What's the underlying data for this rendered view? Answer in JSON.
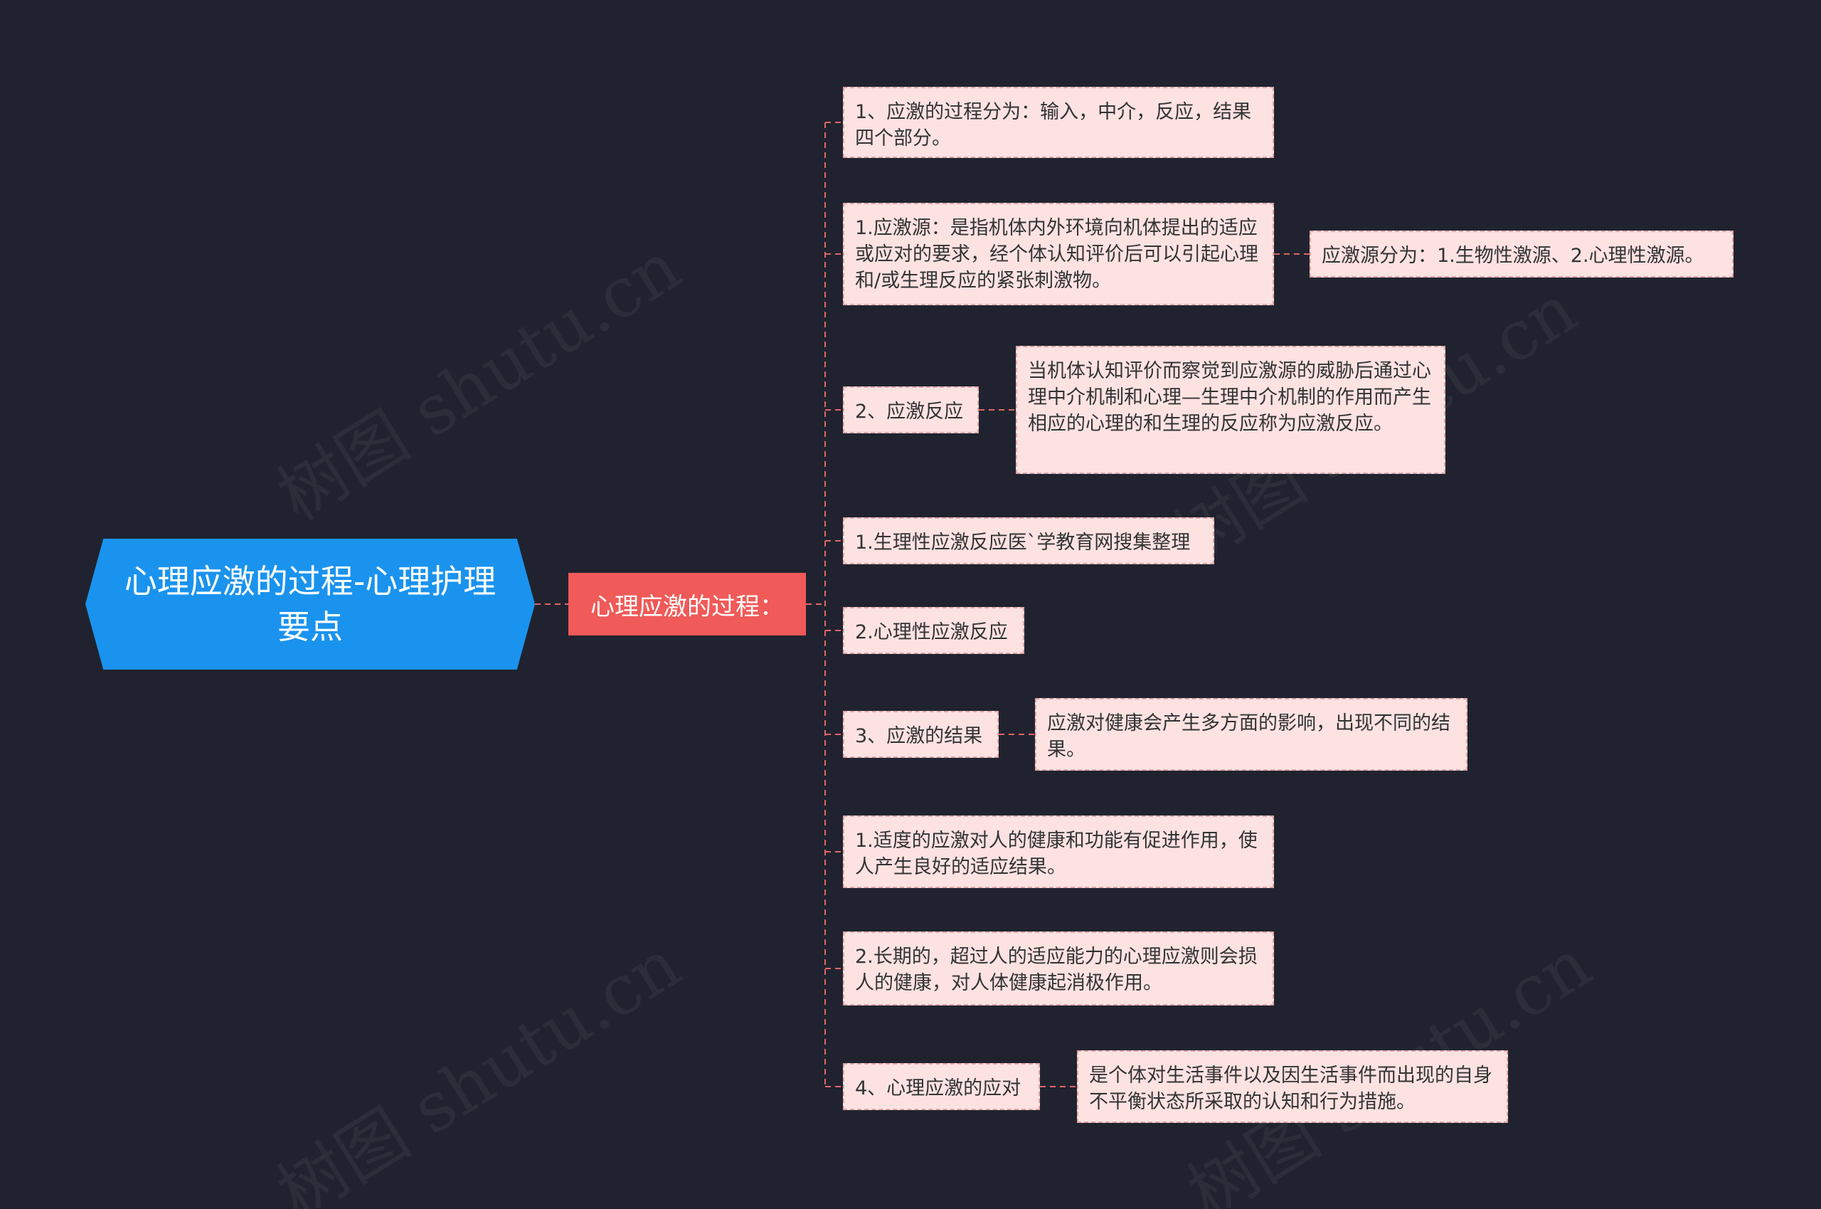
{
  "colors": {
    "background": "#20232f",
    "root": "#1a93ee",
    "hub": "#f05a58",
    "node_fill": "#fde2e2",
    "node_border": "#e2a6a6",
    "connector": "#e06666"
  },
  "watermark": "树图 shutu.cn",
  "root": {
    "text": "心理应激的过程-心理护理要点"
  },
  "hub": {
    "text": "心理应激的过程："
  },
  "branches": [
    {
      "text": "1、应激的过程分为：输入，中介，反应，结果四个部分。"
    },
    {
      "text": "1.应激源：是指机体内外环境向机体提出的适应或应对的要求，经个体认知评价后可以引起心理和/或生理反应的紧张刺激物。",
      "detail": "应激源分为：1.生物性激源、2.心理性激源。"
    },
    {
      "text": "2、应激反应",
      "detail": "当机体认知评价而察觉到应激源的威胁后通过心理中介机制和心理—生理中介机制的作用而产生相应的心理的和生理的反应称为应激反应。"
    },
    {
      "text": "1.生理性应激反应医`学教育网搜集整理"
    },
    {
      "text": "2.心理性应激反应"
    },
    {
      "text": "3、应激的结果",
      "detail": "应激对健康会产生多方面的影响，出现不同的结果。"
    },
    {
      "text": "1.适度的应激对人的健康和功能有促进作用，使人产生良好的适应结果。"
    },
    {
      "text": "2.长期的，超过人的适应能力的心理应激则会损人的健康，对人体健康起消极作用。"
    },
    {
      "text": "4、心理应激的应对",
      "detail": "是个体对生活事件以及因生活事件而出现的自身不平衡状态所采取的认知和行为措施。"
    }
  ]
}
